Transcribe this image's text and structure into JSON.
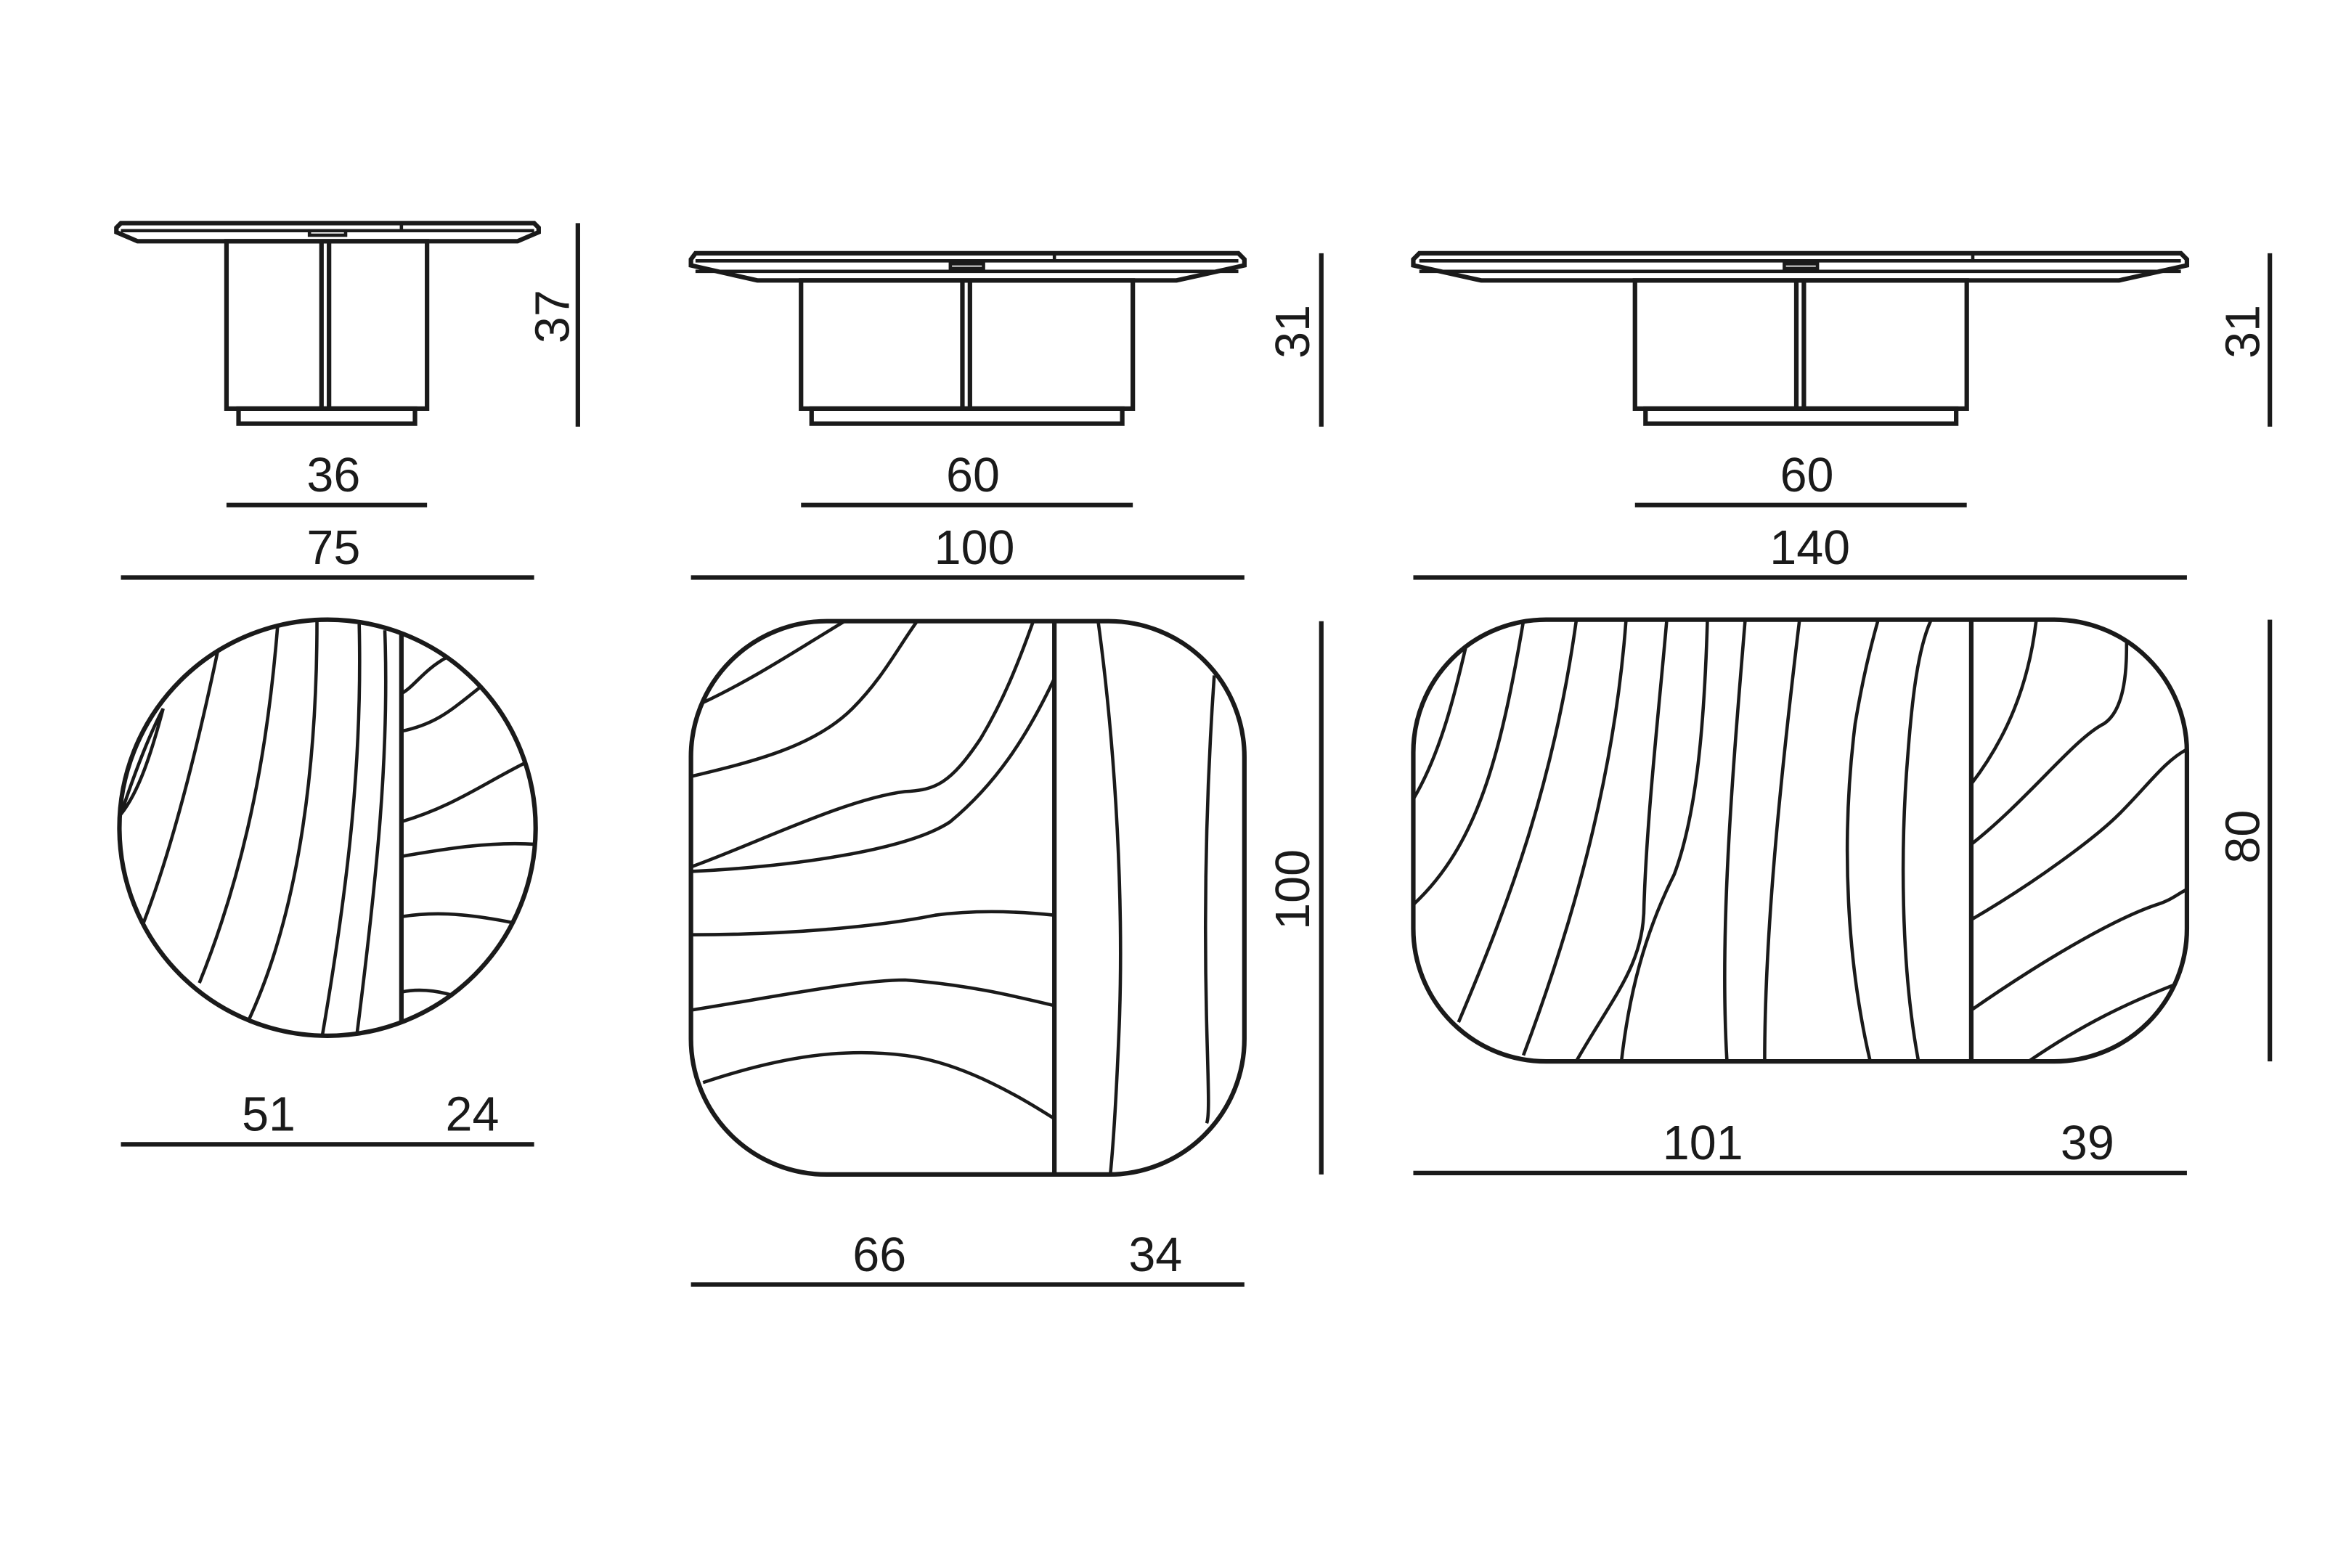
{
  "colors": {
    "line": "#1a1a1a",
    "background": "#ffffff"
  },
  "tables": [
    {
      "id": "round-75",
      "elevation": {
        "base_width": "36",
        "top_width": "75",
        "height": "37"
      },
      "plan": {
        "shape": "round",
        "segment_left": "51",
        "segment_right": "24"
      }
    },
    {
      "id": "square-100",
      "elevation": {
        "base_width": "60",
        "top_width": "100",
        "height": "31"
      },
      "plan": {
        "shape": "rounded-square",
        "segment_left": "66",
        "segment_right": "34",
        "depth": "100"
      }
    },
    {
      "id": "rect-140",
      "elevation": {
        "base_width": "60",
        "top_width": "140",
        "height": "31"
      },
      "plan": {
        "shape": "rounded-rectangle",
        "segment_left": "101",
        "segment_right": "39",
        "depth": "80"
      }
    }
  ]
}
